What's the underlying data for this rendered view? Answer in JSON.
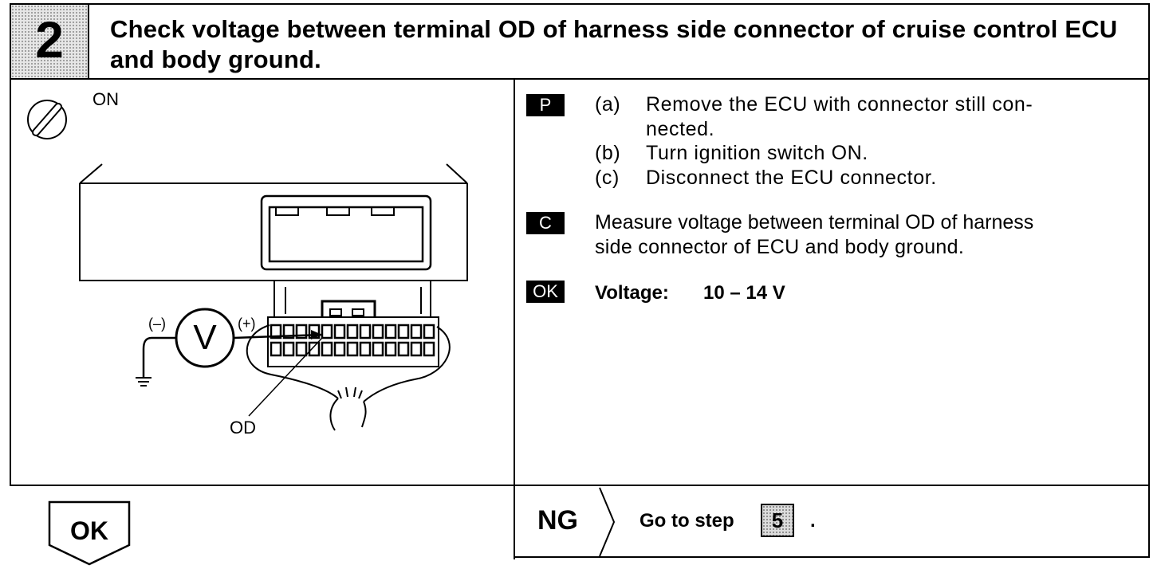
{
  "step": {
    "number": "2",
    "title": "Check voltage between terminal OD of harness side connector of cruise control ECU and body ground."
  },
  "diagram": {
    "ignition_label": "ON",
    "terminal_label": "OD",
    "meter_letter": "V",
    "minus_label": "(–)",
    "plus_label": "(+)"
  },
  "prepare": {
    "badge": "P",
    "items": [
      {
        "marker": "(a)",
        "line1": "Remove the ECU with connector still con-",
        "line2": "nected."
      },
      {
        "marker": "(b)",
        "line1": "Turn ignition switch ON."
      },
      {
        "marker": "(c)",
        "line1": "Disconnect the ECU connector."
      }
    ]
  },
  "check": {
    "badge": "C",
    "line1": "Measure voltage between terminal OD of harness",
    "line2": "side connector of ECU and body ground."
  },
  "ok_spec": {
    "badge": "OK",
    "label": "Voltage:",
    "value": "10 – 14 V"
  },
  "results": {
    "ok_label": "OK",
    "ng_label": "NG",
    "goto_text": "Go to step",
    "goto_step": "5",
    "goto_period": "."
  }
}
